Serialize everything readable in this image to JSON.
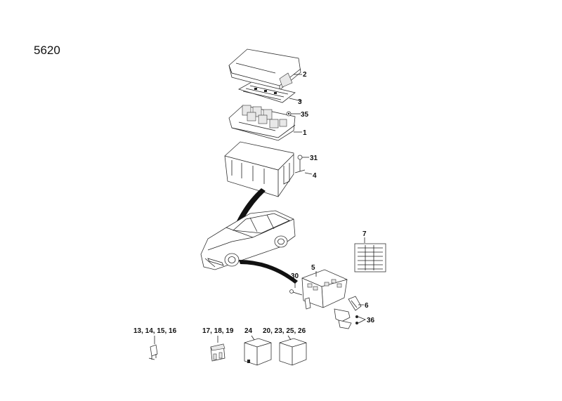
{
  "diagram_number": "5620",
  "callouts": {
    "c2": "2",
    "c3": "3",
    "c35": "35",
    "c1": "1",
    "c31": "31",
    "c4": "4",
    "c7": "7",
    "c30": "30",
    "c5": "5",
    "c6": "6",
    "c36": "36",
    "c13": "13, 14, 15, 16",
    "c17": "17, 18, 19",
    "c24": "24",
    "c20": "20, 23, 25, 26"
  }
}
